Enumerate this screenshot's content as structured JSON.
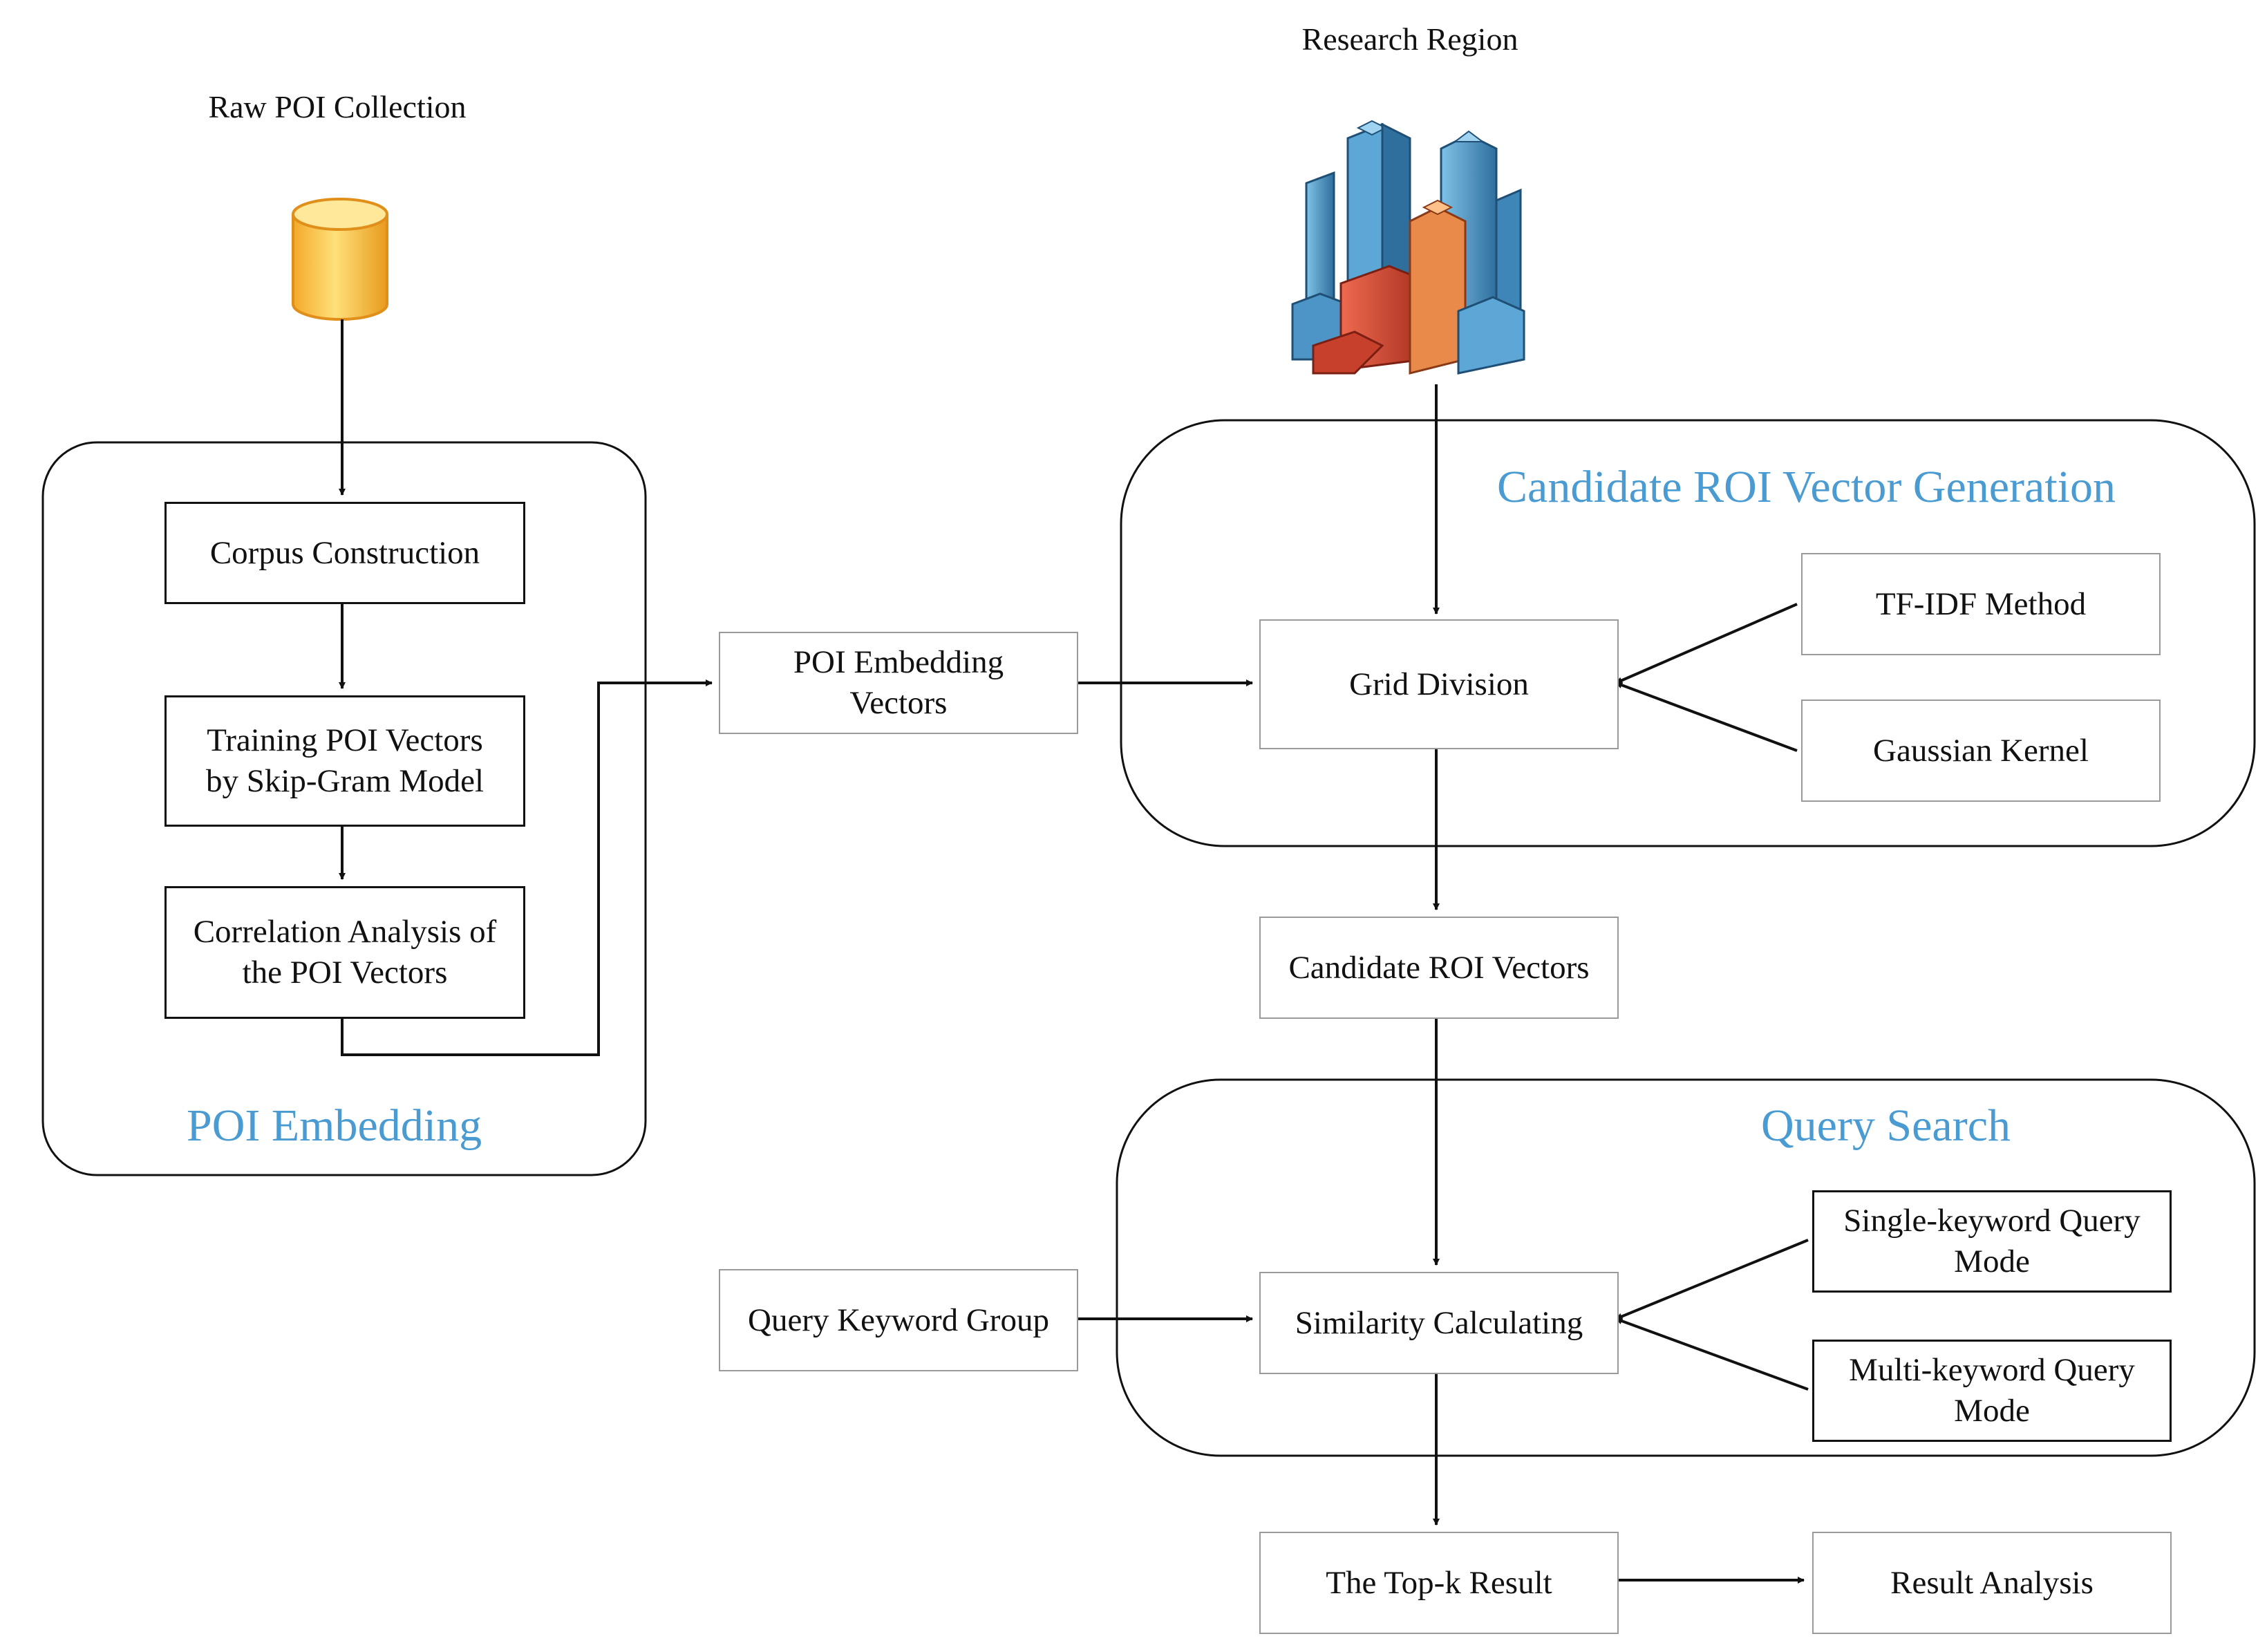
{
  "labels": {
    "raw_poi": "Raw POI Collection",
    "research_region": "Research Region"
  },
  "groups": {
    "poi_embedding": "POI Embedding",
    "roi_generation": "Candidate ROI Vector Generation",
    "query_search": "Query Search"
  },
  "boxes": {
    "corpus": "Corpus Construction",
    "training": "Training POI Vectors\nby Skip-Gram Model",
    "correlation": "Correlation Analysis of\nthe POI Vectors",
    "poi_vectors": "POI Embedding\nVectors",
    "grid": "Grid Division",
    "tfidf": "TF-IDF Method",
    "gaussian": "Gaussian Kernel",
    "candidate": "Candidate ROI Vectors",
    "keyword_group": "Query Keyword Group",
    "similarity": "Similarity Calculating",
    "single_kw": "Single-keyword Query\nMode",
    "multi_kw": "Multi-keyword Query\nMode",
    "topk": "The Top-k Result",
    "analysis": "Result Analysis"
  },
  "colors": {
    "group_title": "#4a9bd1",
    "database": "#f7c23c",
    "building_blue": "#3f86b8",
    "building_red": "#d9503a",
    "building_orange": "#e98a4a"
  },
  "icons": {
    "database": "database-icon",
    "city": "city-buildings-icon"
  }
}
